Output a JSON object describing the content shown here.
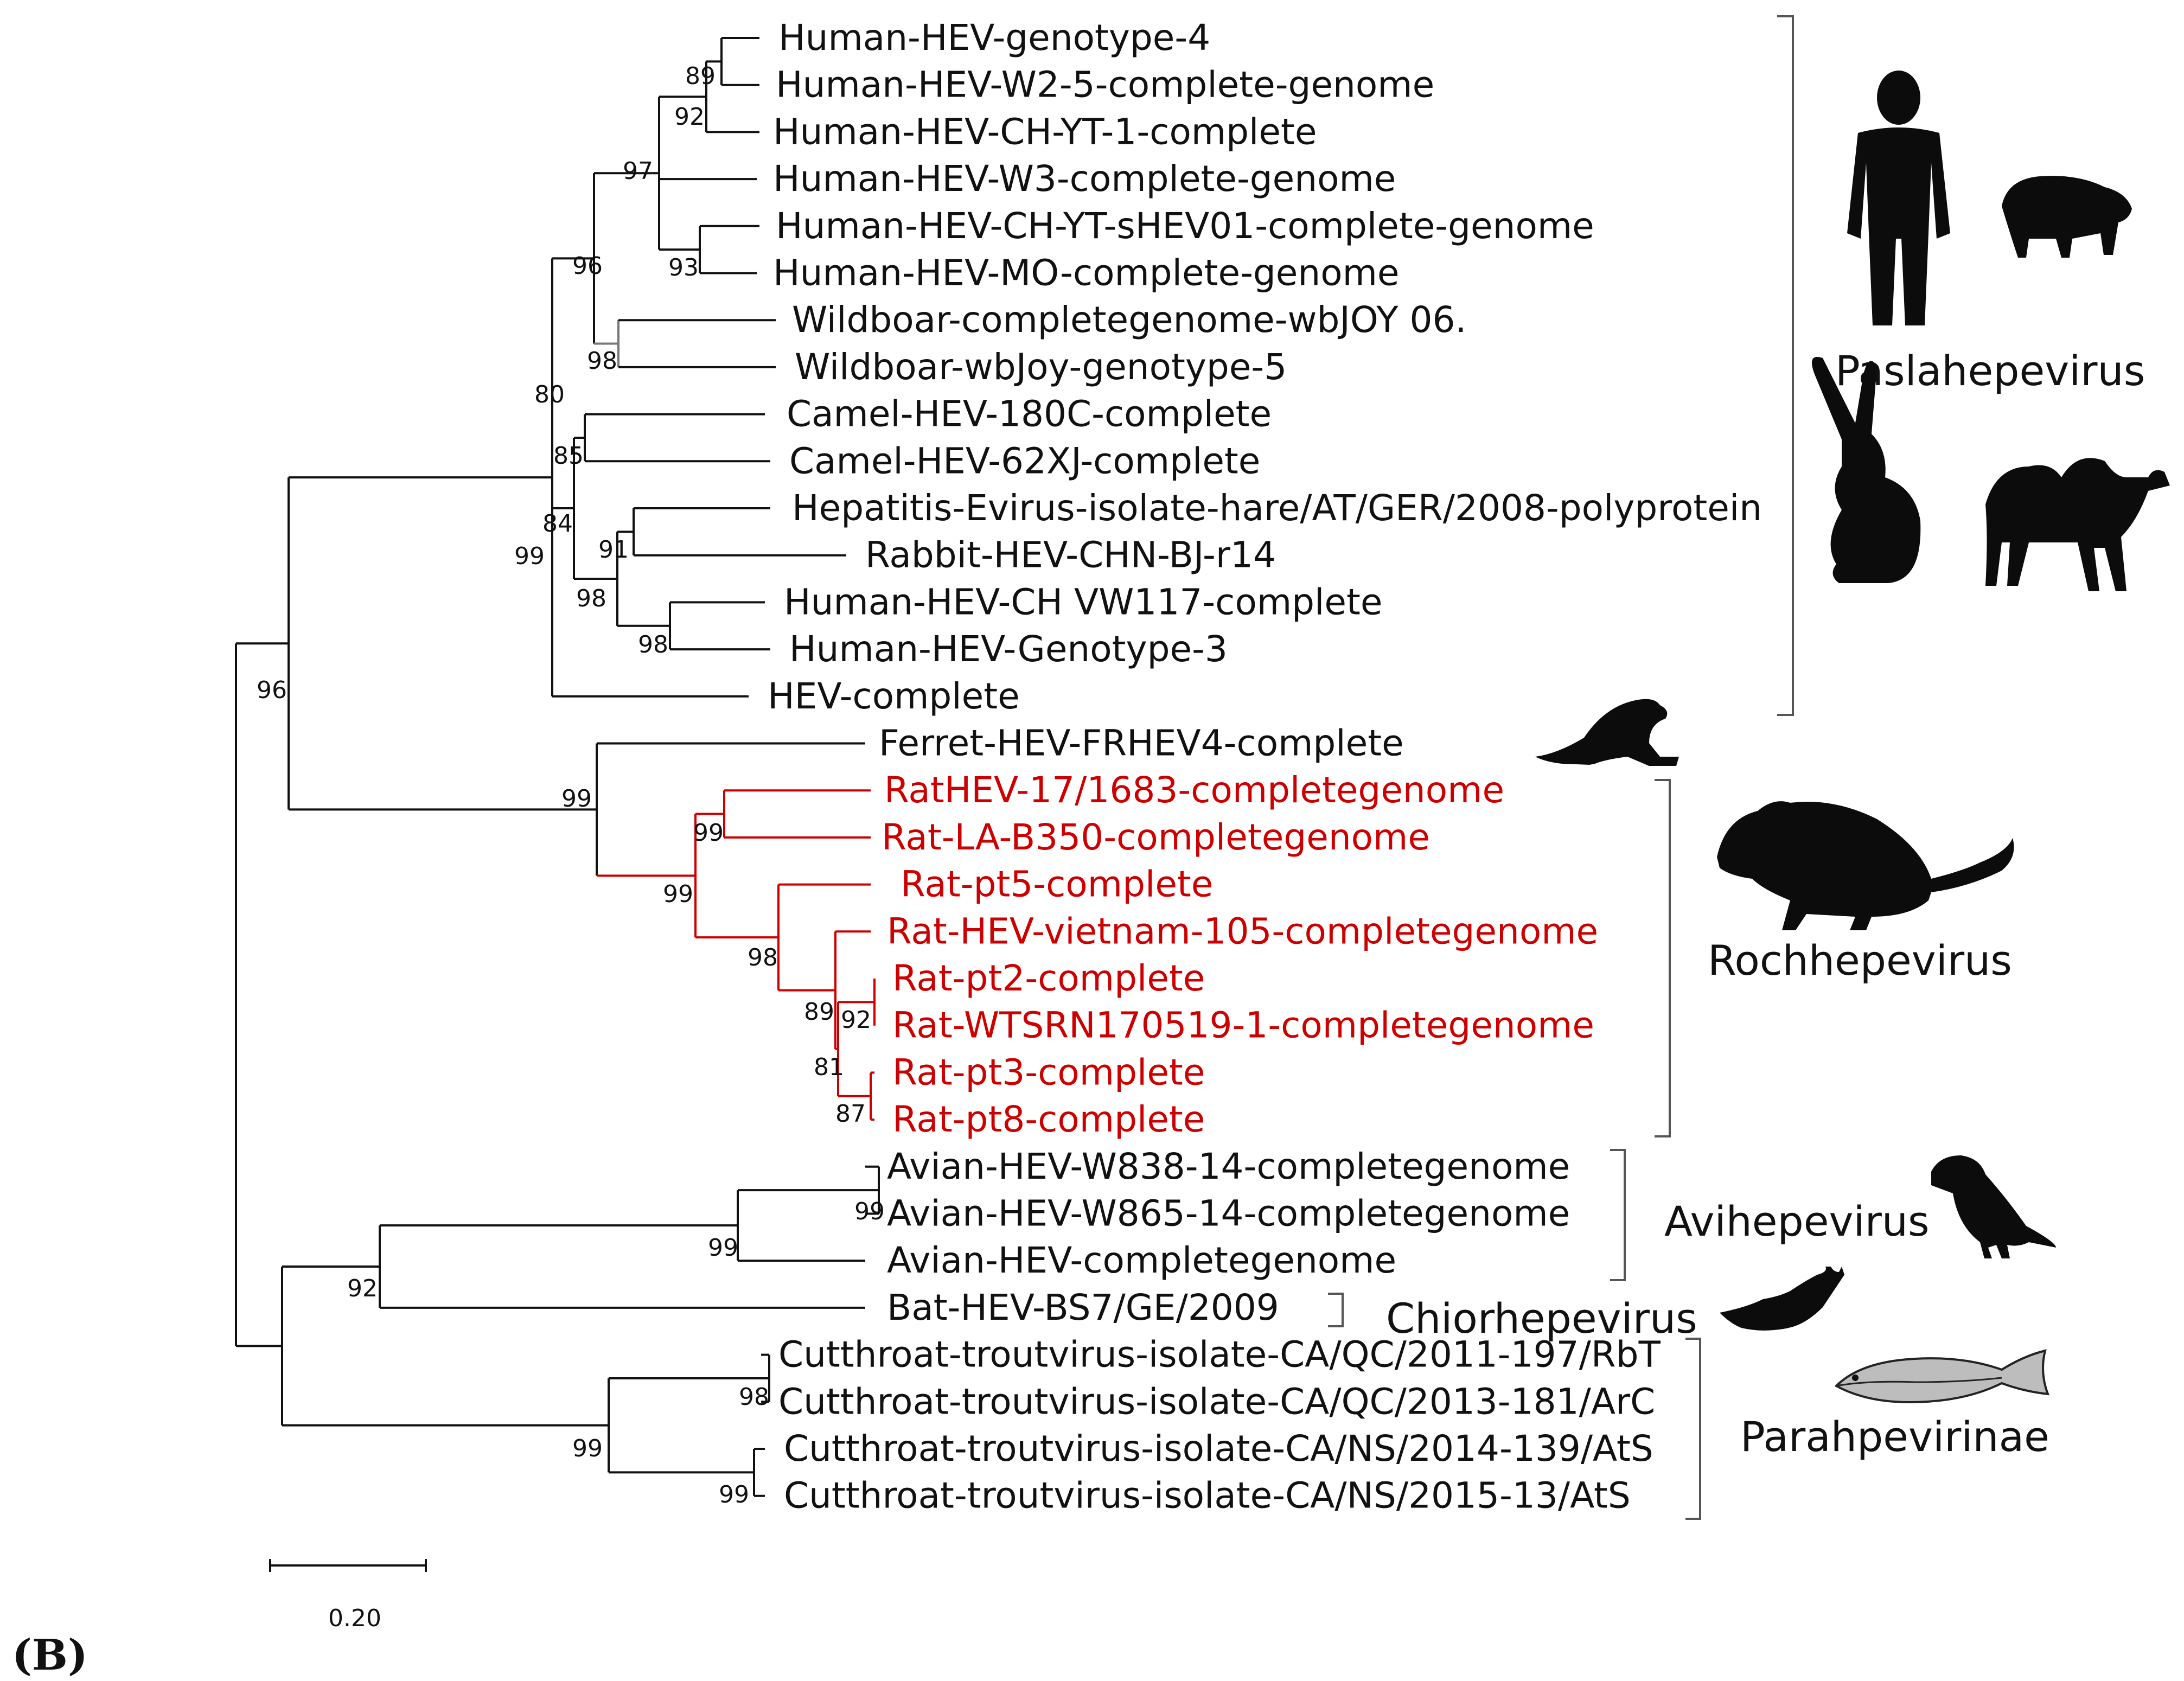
{
  "colors": {
    "black": "#111111",
    "red": "#cc0000",
    "grey": "#777777"
  },
  "leaves": [
    {
      "label": "Human-HEV-genotype-4",
      "color": "black"
    },
    {
      "label": "Human-HEV-W2-5-complete-genome",
      "color": "black"
    },
    {
      "label": "Human-HEV-CH-YT-1-complete",
      "color": "black"
    },
    {
      "label": "Human-HEV-W3-complete-genome",
      "color": "black"
    },
    {
      "label": "Human-HEV-CH-YT-sHEV01-complete-genome",
      "color": "black"
    },
    {
      "label": "Human-HEV-MO-complete-genome",
      "color": "black"
    },
    {
      "label": "Wildboar-completegenome-wbJOY 06.",
      "color": "black"
    },
    {
      "label": "Wildboar-wbJoy-genotype-5",
      "color": "black"
    },
    {
      "label": "Camel-HEV-180C-complete",
      "color": "black"
    },
    {
      "label": "Camel-HEV-62XJ-complete",
      "color": "black"
    },
    {
      "label": "Hepatitis-Evirus-isolate-hare/AT/GER/2008-polyprotein",
      "color": "black"
    },
    {
      "label": "Rabbit-HEV-CHN-BJ-r14",
      "color": "black"
    },
    {
      "label": "Human-HEV-CH VW117-complete",
      "color": "black"
    },
    {
      "label": "Human-HEV-Genotype-3",
      "color": "black"
    },
    {
      "label": "HEV-complete",
      "color": "black"
    },
    {
      "label": "Ferret-HEV-FRHEV4-complete",
      "color": "black"
    },
    {
      "label": "RatHEV-17/1683-completegenome",
      "color": "red"
    },
    {
      "label": "Rat-LA-B350-completegenome",
      "color": "red"
    },
    {
      "label": "Rat-pt5-complete",
      "color": "red"
    },
    {
      "label": "Rat-HEV-vietnam-105-completegenome",
      "color": "red"
    },
    {
      "label": "Rat-pt2-complete",
      "color": "red"
    },
    {
      "label": "Rat-WTSRN170519-1-completegenome",
      "color": "red"
    },
    {
      "label": "Rat-pt3-complete",
      "color": "red"
    },
    {
      "label": "Rat-pt8-complete",
      "color": "red"
    },
    {
      "label": "Avian-HEV-W838-14-completegenome",
      "color": "black"
    },
    {
      "label": "Avian-HEV-W865-14-completegenome",
      "color": "black"
    },
    {
      "label": "Avian-HEV-completegenome",
      "color": "black"
    },
    {
      "label": "Bat-HEV-BS7/GE/2009",
      "color": "black"
    },
    {
      "label": "Cutthroat-troutvirus-isolate-CA/QC/2011-197/RbT",
      "color": "black"
    },
    {
      "label": "Cutthroat-troutvirus-isolate-CA/QC/2013-181/ArC",
      "color": "black"
    },
    {
      "label": "Cutthroat-troutvirus-isolate-CA/NS/2014-139/AtS",
      "color": "black"
    },
    {
      "label": "Cutthroat-troutvirus-isolate-CA/NS/2015-13/AtS",
      "color": "black"
    }
  ],
  "bootstrap": [
    "89",
    "92",
    "97",
    "93",
    "96",
    "98",
    "80",
    "85",
    "84",
    "91",
    "98",
    "98",
    "99",
    "96",
    "99",
    "99",
    "99",
    "98",
    "89",
    "92",
    "81",
    "87",
    "99",
    "99",
    "92",
    "98",
    "99",
    "99"
  ],
  "groups": [
    {
      "label": "Paslahepevirus"
    },
    {
      "label": "Rochhepevirus"
    },
    {
      "label": "Avihepevirus"
    },
    {
      "label": "Chiorhepevirus"
    },
    {
      "label": "Parahpevirinae"
    }
  ],
  "silhouettes": [
    "human-silhouette",
    "wild-boar-silhouette",
    "rabbit-silhouette",
    "camel-silhouette",
    "ferret-silhouette",
    "rat-silhouette",
    "crow-silhouette",
    "bat-silhouette",
    "trout-silhouette"
  ],
  "scale_bar": {
    "label": "0.20"
  },
  "panel_label": "(B)"
}
